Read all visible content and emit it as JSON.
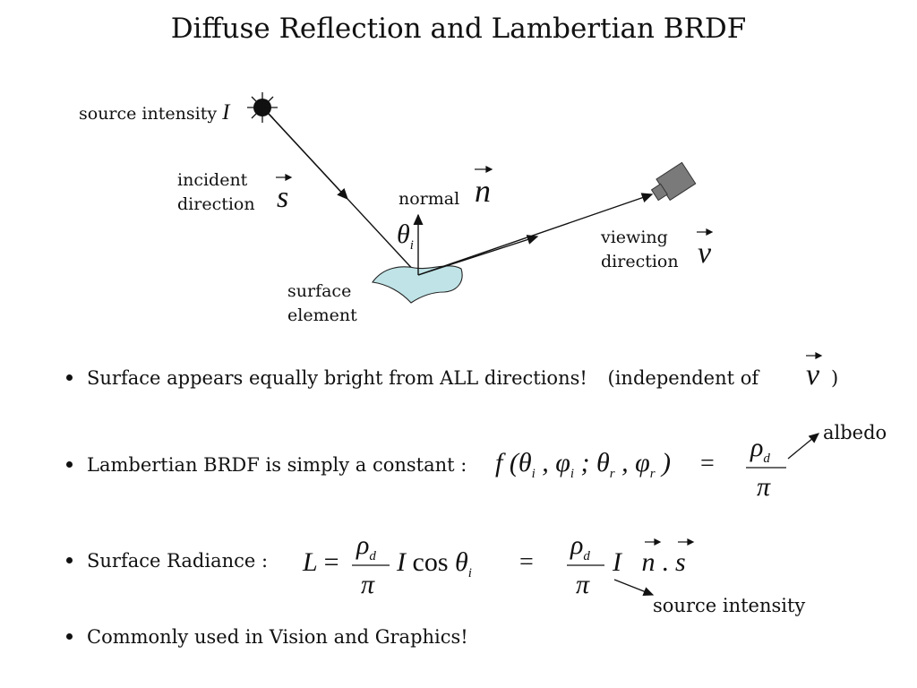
{
  "title": "Diffuse Reflection and Lambertian BRDF",
  "diagram": {
    "source_label": "source intensity",
    "source_symbol": "I",
    "incident_line1": "incident",
    "incident_line2": "direction",
    "incident_symbol": "s",
    "normal_label": "normal",
    "normal_symbol": "n",
    "theta_symbol": "θ",
    "theta_sub": "i",
    "viewing_line1": "viewing",
    "viewing_line2": "direction",
    "viewing_symbol": "v",
    "surface_line1": "surface",
    "surface_line2": "element",
    "surface_color": "#bfe3e6",
    "camera_color": "#7a7a7a"
  },
  "bullets": [
    {
      "text": "Surface appears equally bright from ALL directions!",
      "aside": "(independent of",
      "aside_symbol": "v",
      "aside_close": ")"
    },
    {
      "text": "Lambertian BRDF is simply a constant :",
      "formula": "f (θi , φi ; θr , φr )  =  ρd / π",
      "annotation": "albedo"
    },
    {
      "text": "Surface Radiance :",
      "formula": "L = (ρd / π) I cos θi  =  (ρd / π) I n . s",
      "annotation": "source intensity"
    },
    {
      "text": "Commonly used in Vision and Graphics!"
    }
  ]
}
